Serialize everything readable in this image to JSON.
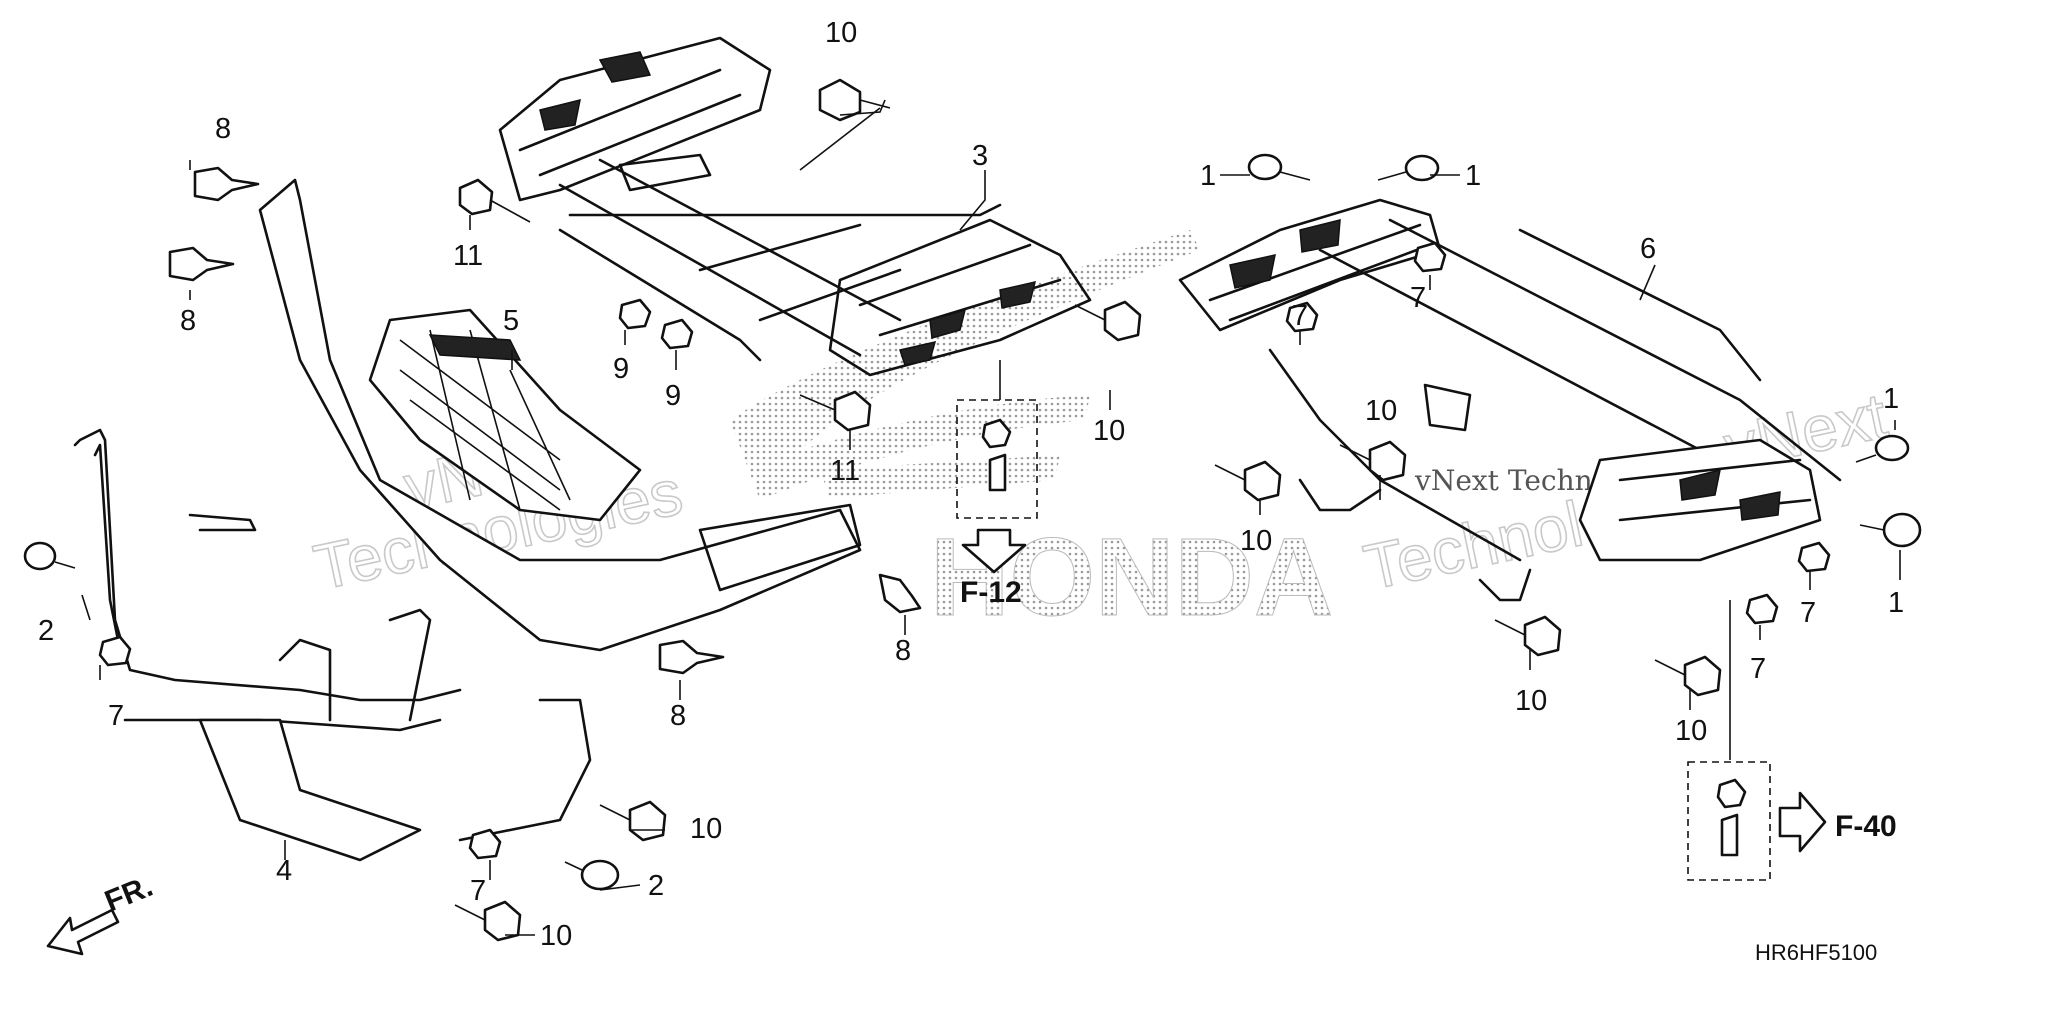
{
  "diagram": {
    "code": "HR6HF5100",
    "front_marker": "FR.",
    "refs": {
      "upper": "F-12",
      "right": "F-40"
    },
    "watermark": {
      "line1": "vNext",
      "line2": "Technologies",
      "inline": "vNext Technologies"
    },
    "logo_text": "HONDA",
    "callouts": {
      "left": [
        "8",
        "8",
        "5",
        "2",
        "7",
        "4",
        "10",
        "7",
        "10",
        "2",
        "8",
        "8"
      ],
      "center": [
        "10",
        "3",
        "11",
        "9",
        "9",
        "11",
        "10"
      ],
      "right": [
        "1",
        "1",
        "1",
        "1",
        "6",
        "7",
        "7",
        "10",
        "10",
        "10",
        "7",
        "7",
        "10"
      ]
    }
  }
}
